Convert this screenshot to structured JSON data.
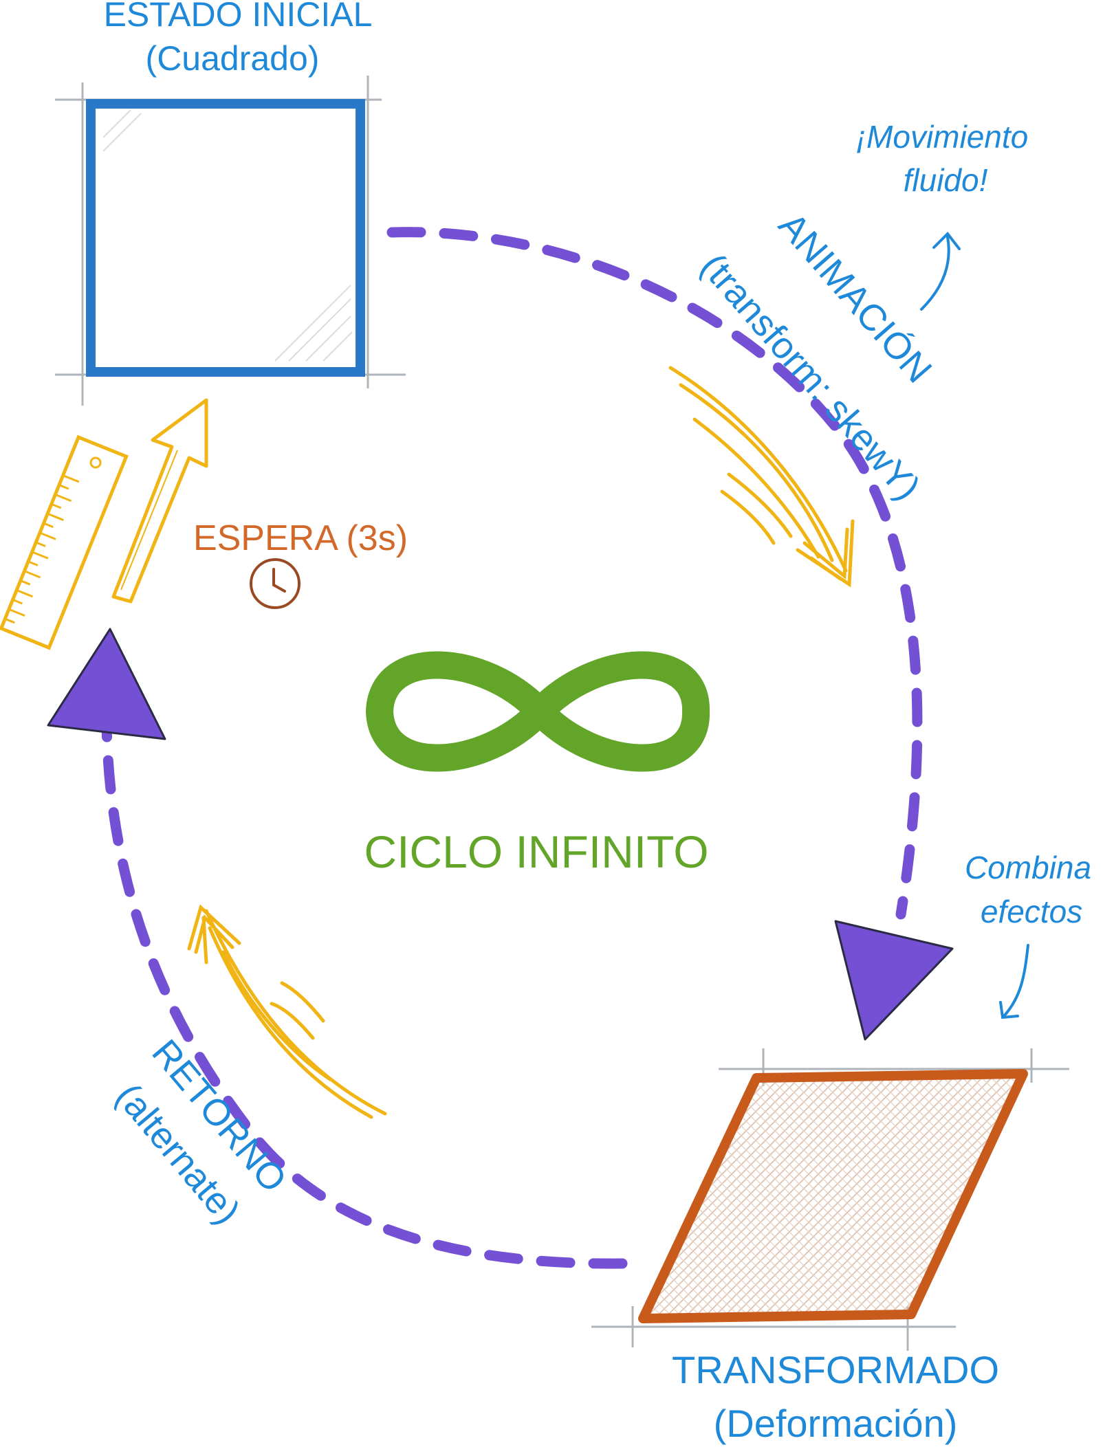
{
  "initial_state": {
    "title": "ESTADO INICIAL",
    "subtitle": "(Cuadrado)"
  },
  "transformed_state": {
    "title": "TRANSFORMADO",
    "subtitle": "(Deformación)"
  },
  "animation": {
    "title": "ANIMACIÓN",
    "subtitle": "(transform: skewY)"
  },
  "return": {
    "title": "RETORNO",
    "subtitle": "(alternate)"
  },
  "wait": {
    "label": "ESPERA (3s)"
  },
  "cycle": {
    "label": "CICLO INFINITO"
  },
  "notes": {
    "fluid_line1": "¡Movimiento",
    "fluid_line2": "fluido!",
    "combine_line1": "Combina",
    "combine_line2": "efectos"
  },
  "icons": [
    "clock-icon",
    "ruler-icon",
    "infinity-icon"
  ],
  "colors": {
    "label_blue": "#1e88d9",
    "square_blue": "#2a78c8",
    "cycle_purple": "#7450d4",
    "transformed_orange": "#c85a1c",
    "infinity_green": "#62a528",
    "motion_yellow": "#f0b415",
    "wait_orange": "#d2692a"
  }
}
